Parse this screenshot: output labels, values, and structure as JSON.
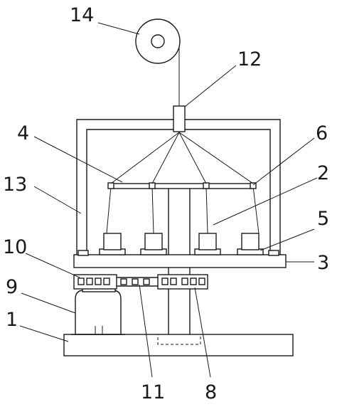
{
  "labels": {
    "l1": "1",
    "l2": "2",
    "l3": "3",
    "l4": "4",
    "l5": "5",
    "l6": "6",
    "l8": "8",
    "l9": "9",
    "l10": "10",
    "l11": "11",
    "l12": "12",
    "l13": "13",
    "l14": "14"
  }
}
